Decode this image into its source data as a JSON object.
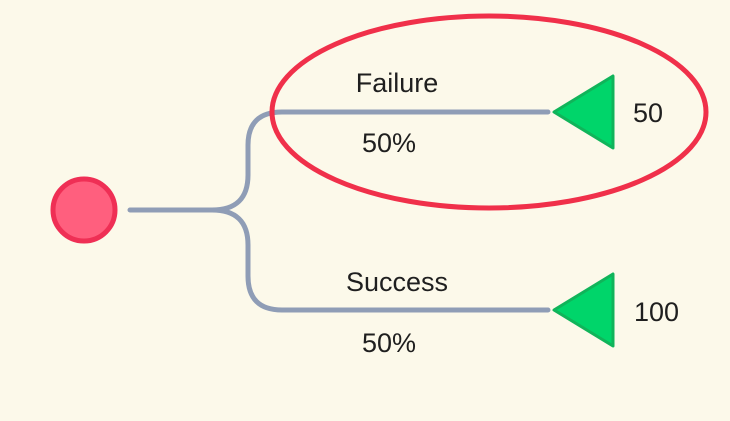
{
  "colors": {
    "background": "#fcf9ea",
    "chance_node_fill": "#ff5f7e",
    "chance_node_stroke": "#ef2f55",
    "branch_line": "#8f9db6",
    "terminal_fill": "#00d56a",
    "terminal_stroke": "#10b45a",
    "highlight_ellipse": "#f0304a"
  },
  "tree": {
    "root": {
      "type": "chance-node"
    },
    "branches": [
      {
        "name": "Failure",
        "probability": "50%",
        "payoff": "50",
        "highlighted": true
      },
      {
        "name": "Success",
        "probability": "50%",
        "payoff": "100",
        "highlighted": false
      }
    ]
  }
}
